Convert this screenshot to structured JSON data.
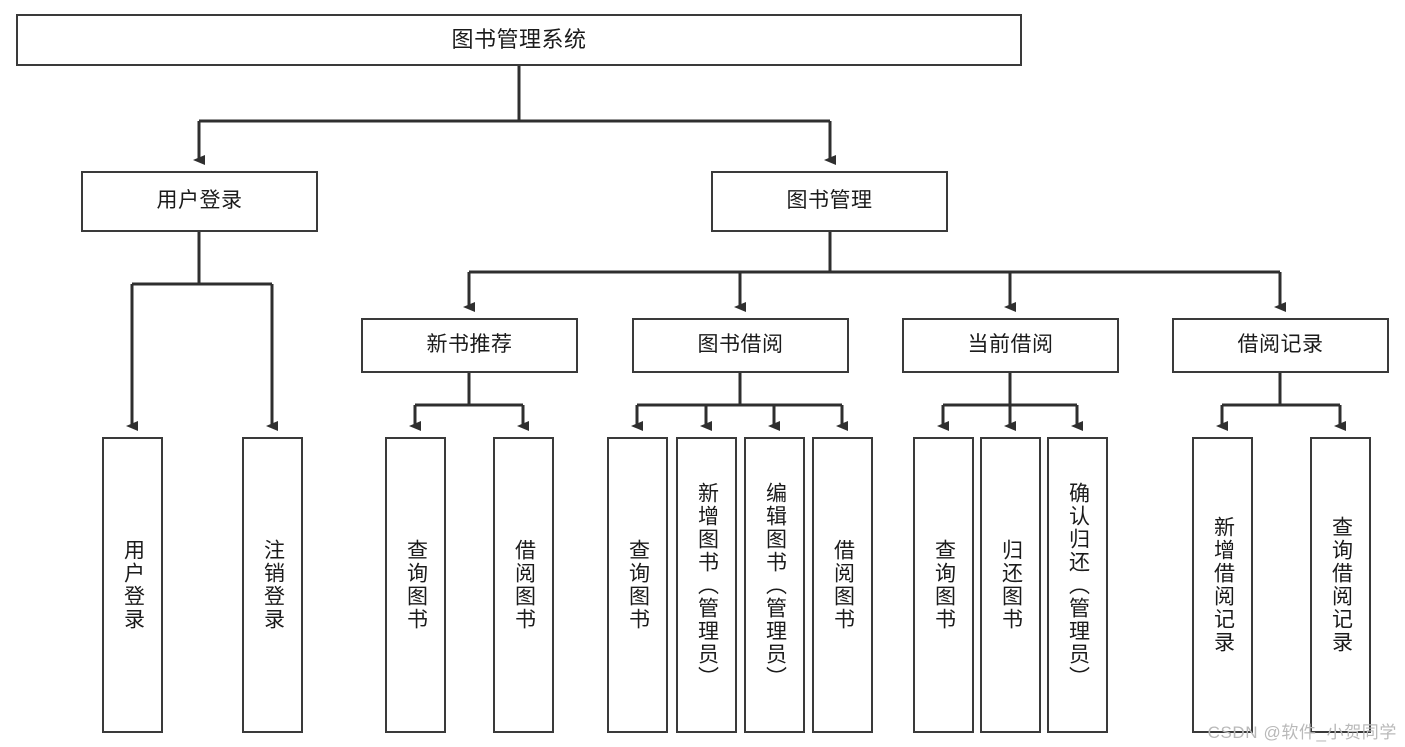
{
  "diagram": {
    "title": "图书管理系统",
    "watermark": "CSDN @软件_小贺同学",
    "line_color": "#3a3a3a",
    "box_fill": "#ffffff",
    "text_color": "#1b1b1b",
    "watermark_color": "#b9b9b9",
    "root": {
      "label": "图书管理系统"
    },
    "level2": [
      {
        "label": "用户登录"
      },
      {
        "label": "图书管理"
      }
    ],
    "level3": [
      {
        "label": "新书推荐"
      },
      {
        "label": "图书借阅"
      },
      {
        "label": "当前借阅"
      },
      {
        "label": "借阅记录"
      }
    ],
    "leaves": {
      "user_login": [
        {
          "label": "用户登录"
        },
        {
          "label": "注销登录"
        }
      ],
      "new_book": [
        {
          "label": "查询图书"
        },
        {
          "label": "借阅图书"
        }
      ],
      "book_borrow": [
        {
          "label": "查询图书"
        },
        {
          "label": "新增图书（管理员）"
        },
        {
          "label": "编辑图书（管理员）"
        },
        {
          "label": "借阅图书"
        }
      ],
      "current_borrow": [
        {
          "label": "查询图书"
        },
        {
          "label": "归还图书"
        },
        {
          "label": "确认归还（管理员）"
        }
      ],
      "borrow_record": [
        {
          "label": "新增借阅记录"
        },
        {
          "label": "查询借阅记录"
        }
      ]
    }
  }
}
